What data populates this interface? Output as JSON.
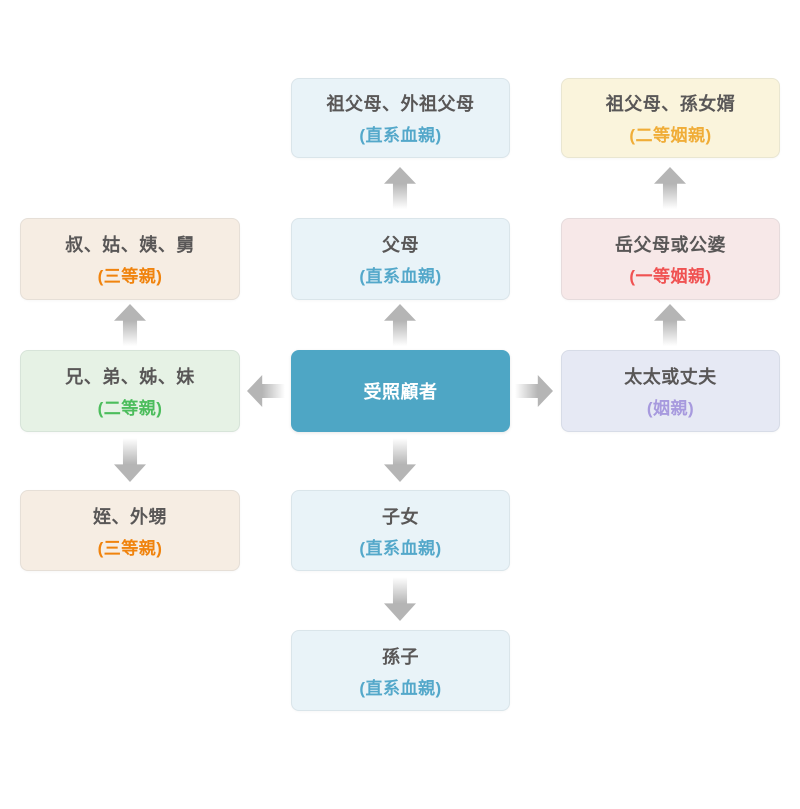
{
  "diagram": {
    "description": "family-relationship-chart",
    "text_color": "#595757",
    "arrow_color": "#b5b5b5",
    "center_node": {
      "label": "受照顧者",
      "bg": "#4ea6c5",
      "text_color": "#ffffff"
    },
    "nodes": [
      {
        "id": "grandparents-direct",
        "label": "祖父母、外祖父母",
        "sublabel": "(直系血親)",
        "bg": "#e9f3f8",
        "sub_color": "#54a8ca"
      },
      {
        "id": "grandparents-inlaw",
        "label": "祖父母、孫女婿",
        "sublabel": "(二等姻親)",
        "bg": "#faf4dc",
        "sub_color": "#f0ad38"
      },
      {
        "id": "uncles-aunts",
        "label": "叔、姑、姨、舅",
        "sublabel": "(三等親)",
        "bg": "#f6ede3",
        "sub_color": "#f0830d"
      },
      {
        "id": "parents",
        "label": "父母",
        "sublabel": "(直系血親)",
        "bg": "#e9f3f8",
        "sub_color": "#54a8ca"
      },
      {
        "id": "parents-inlaw",
        "label": "岳父母或公婆",
        "sublabel": "(一等姻親)",
        "bg": "#f7e8e8",
        "sub_color": "#f05252"
      },
      {
        "id": "siblings",
        "label": "兄、弟、姊、妹",
        "sublabel": "(二等親)",
        "bg": "#e6f2e5",
        "sub_color": "#4cbd5c"
      },
      {
        "id": "spouse",
        "label": "太太或丈夫",
        "sublabel": "(姻親)",
        "bg": "#e6e9f4",
        "sub_color": "#a79ade"
      },
      {
        "id": "nephews-nieces",
        "label": "姪、外甥",
        "sublabel": "(三等親)",
        "bg": "#f6ede3",
        "sub_color": "#f0830d"
      },
      {
        "id": "children",
        "label": "子女",
        "sublabel": "(直系血親)",
        "bg": "#e9f3f8",
        "sub_color": "#54a8ca"
      },
      {
        "id": "grandchildren",
        "label": "孫子",
        "sublabel": "(直系血親)",
        "bg": "#e9f3f8",
        "sub_color": "#54a8ca"
      }
    ]
  }
}
